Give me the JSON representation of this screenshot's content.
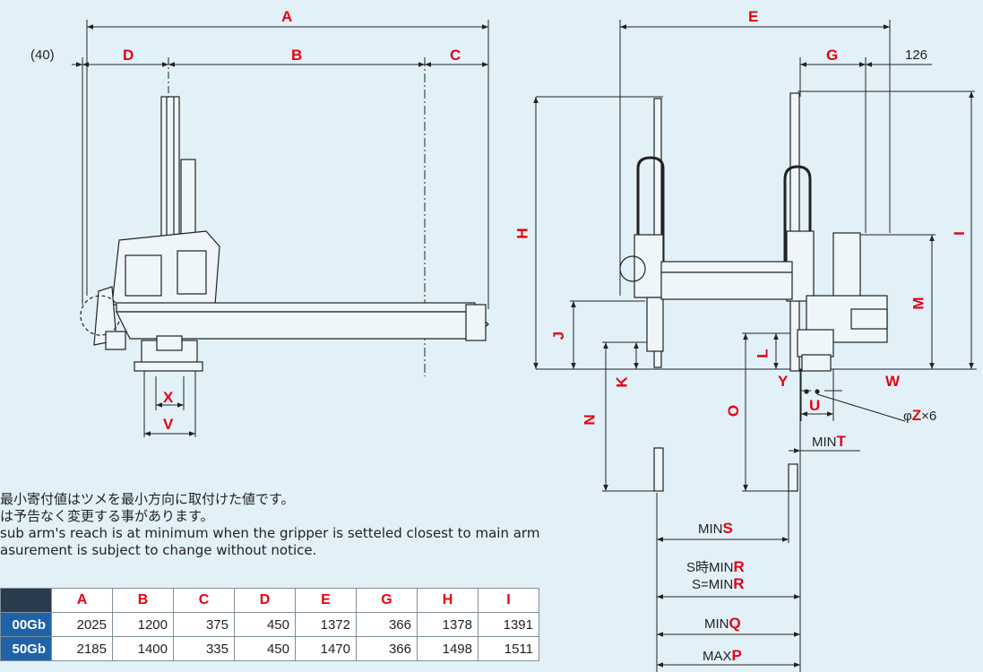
{
  "diagram": {
    "left_view_labels": {
      "A": "A",
      "B": "B",
      "C": "C",
      "D": "D",
      "X": "X",
      "V": "V",
      "forty": "(40)"
    },
    "right_view_labels": {
      "E": "E",
      "G": "G",
      "H": "H",
      "I": "I",
      "J": "J",
      "K": "K",
      "L": "L",
      "M": "M",
      "N": "N",
      "O": "O",
      "Y": "Y",
      "U": "U",
      "W": "W",
      "Z": "Z",
      "Z_prefix": "φ",
      "Z_suffix": "×6",
      "one26": "126"
    },
    "min_max": {
      "T_prefix": "MIN",
      "T": "T",
      "S_prefix": "MIN",
      "S": "S",
      "R1_prefix": "S時MIN",
      "R1": "R",
      "R2_prefix": "S=MIN",
      "R2": "R",
      "Q_prefix": "MIN",
      "Q": "Q",
      "P_prefix": "MAX",
      "P": "P"
    }
  },
  "notes": [
    "最小寄付値はツメを最小方向に取付けた値です。",
    "は予告なく変更する事があります。",
    " sub arm's reach is at minimum when the gripper is setteled closest to main arm",
    "asurement is subject to change without notice."
  ],
  "table": {
    "headers": [
      "A",
      "B",
      "C",
      "D",
      "E",
      "G",
      "H",
      "I"
    ],
    "rows": [
      {
        "model": "00Gb",
        "values": [
          "2025",
          "1200",
          "375",
          "450",
          "1372",
          "366",
          "1378",
          "1391"
        ]
      },
      {
        "model": "50Gb",
        "values": [
          "2185",
          "1400",
          "335",
          "450",
          "1470",
          "366",
          "1498",
          "1511"
        ]
      }
    ]
  },
  "colors": {
    "background": "#e2f1f8",
    "accent_red": "#e60012",
    "model_blue": "#1f62a8",
    "line": "#222222"
  }
}
